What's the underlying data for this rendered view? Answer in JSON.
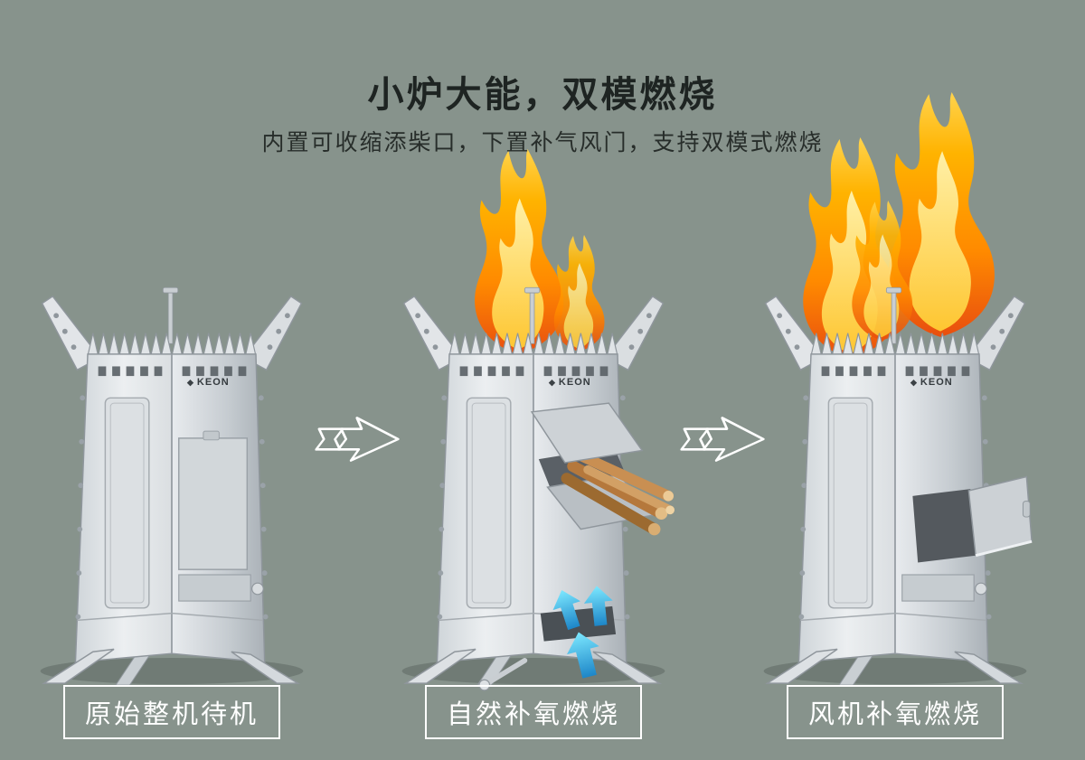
{
  "page": {
    "background_color": "#87938c"
  },
  "header": {
    "title": "小炉大能，双模燃烧",
    "subtitle": "内置可收缩添柴口，下置补气风门，支持双模式燃烧"
  },
  "brand": "KEON",
  "stages": [
    {
      "id": "standby",
      "label": "原始整机待机",
      "flame": "none"
    },
    {
      "id": "natural",
      "label": "自然补氧燃烧",
      "flame": "medium",
      "airflow_arrows": true
    },
    {
      "id": "fan",
      "label": "风机补氧燃烧",
      "flame": "large"
    }
  ],
  "colors": {
    "flame_orange": "#ff8a00",
    "flame_yellow": "#ffd34d",
    "airflow_blue": "#35b6f0",
    "label_border": "#ffffff",
    "metal": "#d7dbdf"
  }
}
